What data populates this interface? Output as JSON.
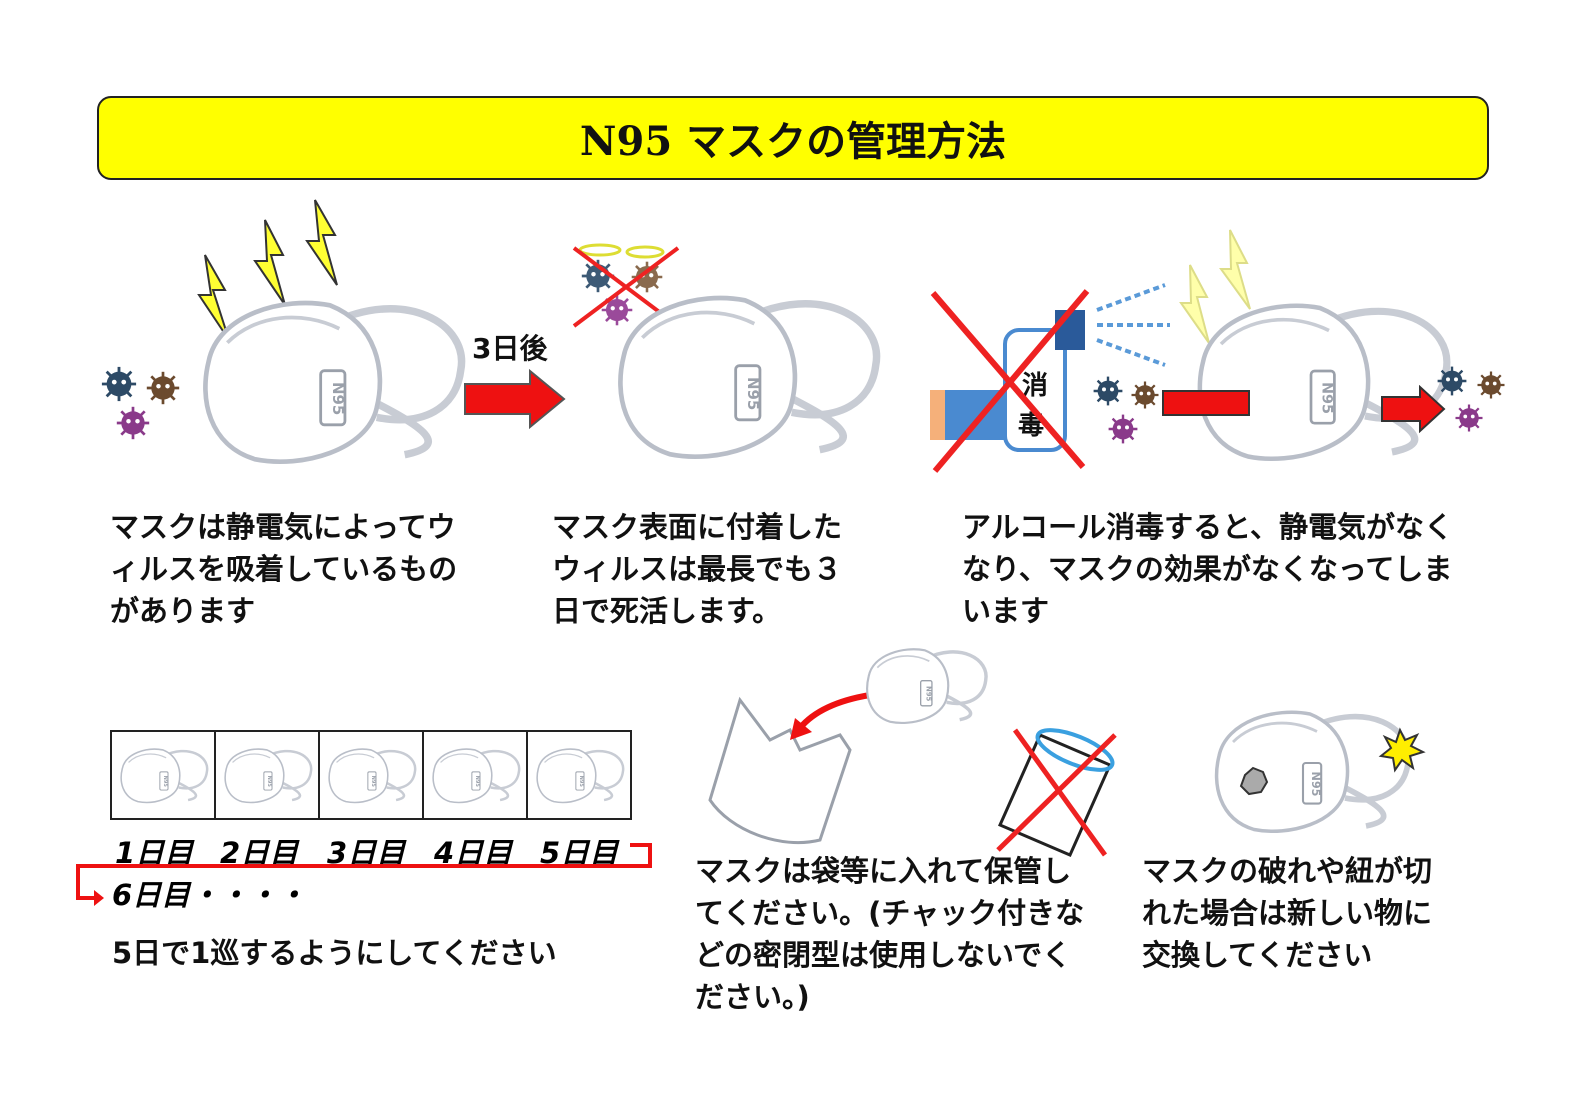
{
  "title": "N95 マスクの管理方法",
  "mask_label": "N95",
  "section1": {
    "lines": [
      "マスクは静電気によってウ",
      "ィルスを吸着しているもの",
      "があります"
    ]
  },
  "section2": {
    "arrow_label": "3日後",
    "lines": [
      "マスク表面に付着した",
      "ウィルスは最長でも３",
      "日で死活します。"
    ]
  },
  "section3": {
    "bottle_label_1": "消",
    "bottle_label_2": "毒",
    "lines": [
      "アルコール消毒すると、静電気がなく",
      "なり、マスクの効果がなくなってしま",
      "います"
    ]
  },
  "rotation": {
    "days": [
      "1日目",
      "2日目",
      "3日目",
      "4日目",
      "5日目"
    ],
    "next": "6日目・・・・",
    "note": "5日で1巡するようにしてください"
  },
  "storage": {
    "lines": [
      "マスクは袋等に入れて保管し",
      "てください。(チャック付きな",
      "どの密閉型は使用しないでく",
      "ださい。)"
    ]
  },
  "replace": {
    "lines": [
      "マスクの破れや紐が切",
      "れた場合は新しい物に",
      "交換してください"
    ]
  },
  "colors": {
    "title_bg": "#ffff00",
    "arrow": "#ee1111",
    "cross": "#ee2222"
  }
}
